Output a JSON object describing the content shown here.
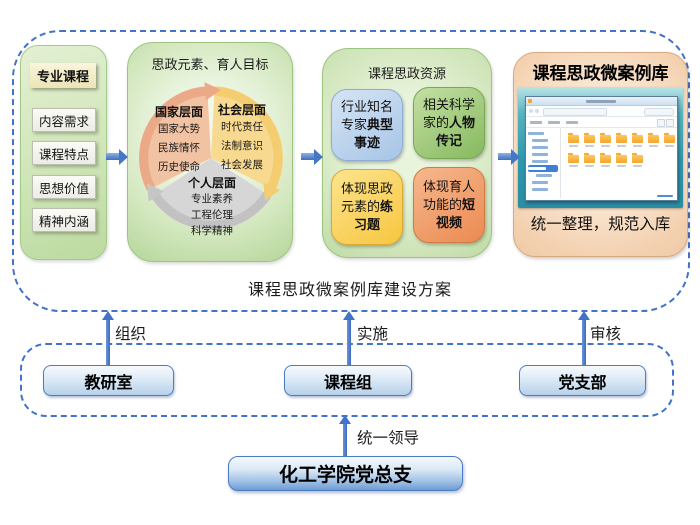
{
  "flow": {
    "caption": "课程思政微案例库建设方案",
    "panel1": {
      "header": "专业课程",
      "items": [
        "内容需求",
        "课程特点",
        "思想价值",
        "精神内涵"
      ]
    },
    "panel2": {
      "title": "思政元素、育人目标",
      "sectors": [
        {
          "name": "国家层面",
          "items": [
            "国家大势",
            "民族情怀",
            "历史使命"
          ]
        },
        {
          "name": "社会层面",
          "items": [
            "时代责任",
            "法制意识",
            "社会发展"
          ]
        },
        {
          "name": "个人层面",
          "items": [
            "专业素养",
            "工程伦理",
            "科学精神"
          ]
        }
      ]
    },
    "panel3": {
      "title": "课程思政资源",
      "cards": [
        {
          "normal": "行业知名专家",
          "bold": "典型事迹"
        },
        {
          "normal": "相关科学家的",
          "bold": "人物传记"
        },
        {
          "normal": "体现思政元素的",
          "bold": "练习题"
        },
        {
          "normal": "体现育人功能的",
          "bold": "短视频"
        }
      ]
    },
    "panel4": {
      "title": "课程思政微案例库",
      "note": "统一整理，规范入库"
    }
  },
  "governance": {
    "arrow_labels": [
      "组织",
      "实施",
      "审核"
    ],
    "boxes": [
      "教研室",
      "课程组",
      "党支部"
    ],
    "leader_label": "统一领导",
    "leader_box": "化工学院党总支"
  },
  "file_window": {
    "sidebar_rows": 9,
    "highlight_index": 5,
    "folder_rows": [
      7,
      5
    ]
  },
  "colors": {
    "dashed_border": "#4273c8",
    "arrow_blue": "#4273c8",
    "sector_pink": "#f2c3a3",
    "sector_yellow": "#f7d98f",
    "sector_gray": "#d6d6d6",
    "card_blue": "#aecbe9",
    "card_green": "#8fbf66",
    "card_yellow": "#f7cb45",
    "card_orange": "#ee9058",
    "folder_yellow": "#f4a62a",
    "teal_backdrop": "#2f98ad",
    "gov_box_blue": "#b6d1ea"
  }
}
